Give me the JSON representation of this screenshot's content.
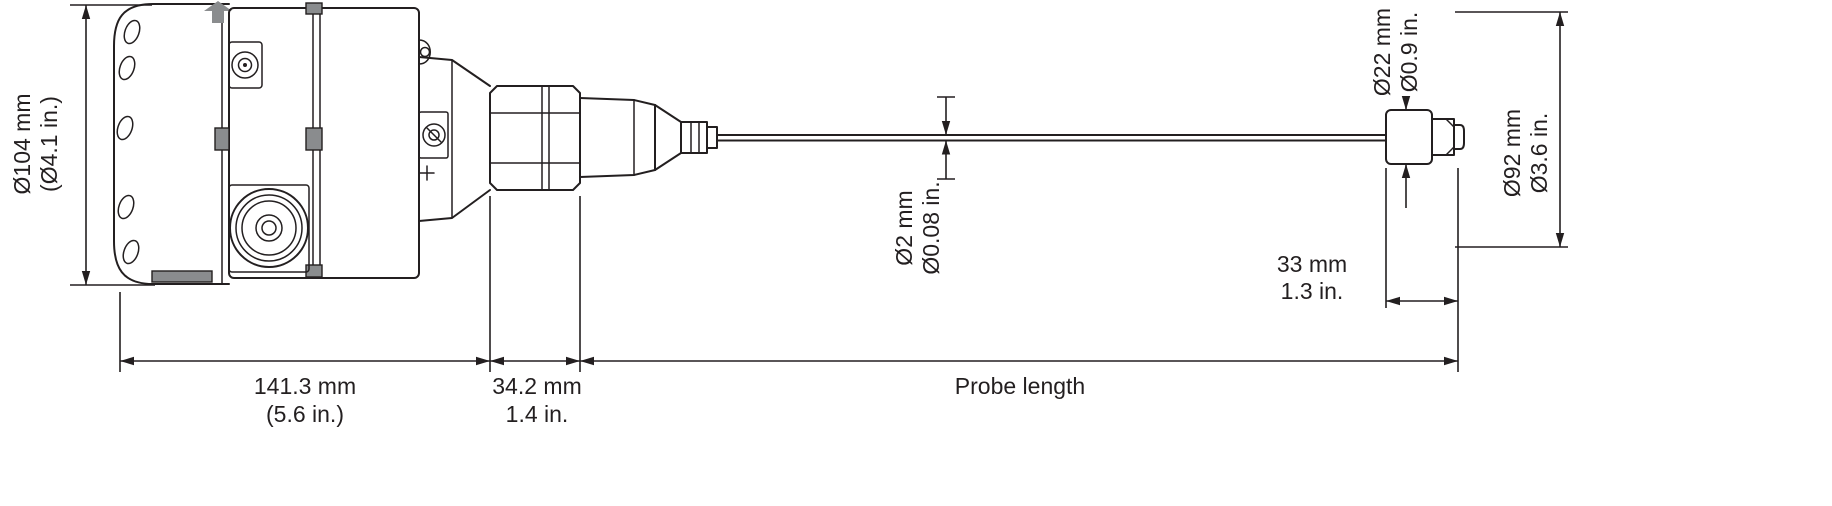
{
  "colors": {
    "line": "#231f20",
    "gray": "#8a8c8e",
    "bg": "#ffffff"
  },
  "dimensions": {
    "housing_diameter": {
      "line1": "Ø104 mm",
      "line2": "(Ø4.1 in.)"
    },
    "probe_diameter": {
      "line1": "Ø2 mm",
      "line2": "Ø0.08 in."
    },
    "weight_diameter": {
      "line1": "Ø22 mm",
      "line2": "Ø0.9 in."
    },
    "disc_diameter": {
      "line1": "Ø92 mm",
      "line2": "Ø3.6 in."
    },
    "weight_length": {
      "line1": "33 mm",
      "line2": "1.3 in."
    },
    "housing_length": {
      "line1": "141.3 mm",
      "line2": "(5.6 in.)"
    },
    "connection_length": {
      "line1": "34.2 mm",
      "line2": "1.4 in."
    },
    "probe_length": {
      "label": "Probe length"
    }
  }
}
